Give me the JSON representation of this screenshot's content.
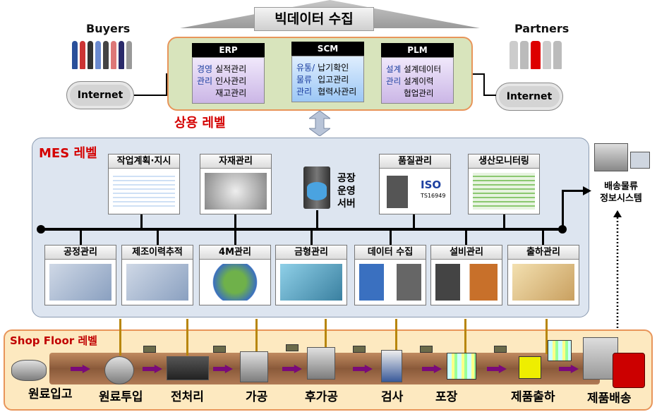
{
  "top": {
    "title": "빅데이터 수집"
  },
  "buyers": {
    "label": "Buyers",
    "internet": "Internet"
  },
  "partners": {
    "label": "Partners",
    "internet": "Internet"
  },
  "commercial": {
    "level_label": "상용 레벨",
    "systems": [
      {
        "name": "ERP",
        "left": [
          "경영",
          "관리"
        ],
        "right": [
          "실적관리",
          "인사관리",
          "재고관리"
        ]
      },
      {
        "name": "SCM",
        "left": [
          "유통/",
          "물류",
          "관리"
        ],
        "right": [
          "납기확인",
          "입고관리",
          "협력사관리"
        ]
      },
      {
        "name": "PLM",
        "left": [
          "설계",
          "관리"
        ],
        "right": [
          "설계데이터",
          "설계이력",
          "협업관리"
        ]
      }
    ]
  },
  "mes": {
    "level_label": "MES 레벨",
    "top_modules": [
      "작업계획·지시",
      "자재관리",
      "품질관리",
      "생산모니터링"
    ],
    "server": [
      "공장",
      "운영",
      "서버"
    ],
    "iso": "ISO",
    "iso_sub": "TS16949",
    "bottom_modules": [
      "공정관리",
      "제조이력추적",
      "4M관리",
      "금형관리",
      "데이터 수집",
      "설비관리",
      "출하관리"
    ]
  },
  "logistics": {
    "line1": "배송물류",
    "line2": "정보시스템"
  },
  "shopfloor": {
    "level_label": "Shop Floor 레벨",
    "steps": [
      "원료입고",
      "원료투입",
      "전처리",
      "가공",
      "후가공",
      "검사",
      "포장",
      "제품출하",
      "제품배송"
    ]
  }
}
